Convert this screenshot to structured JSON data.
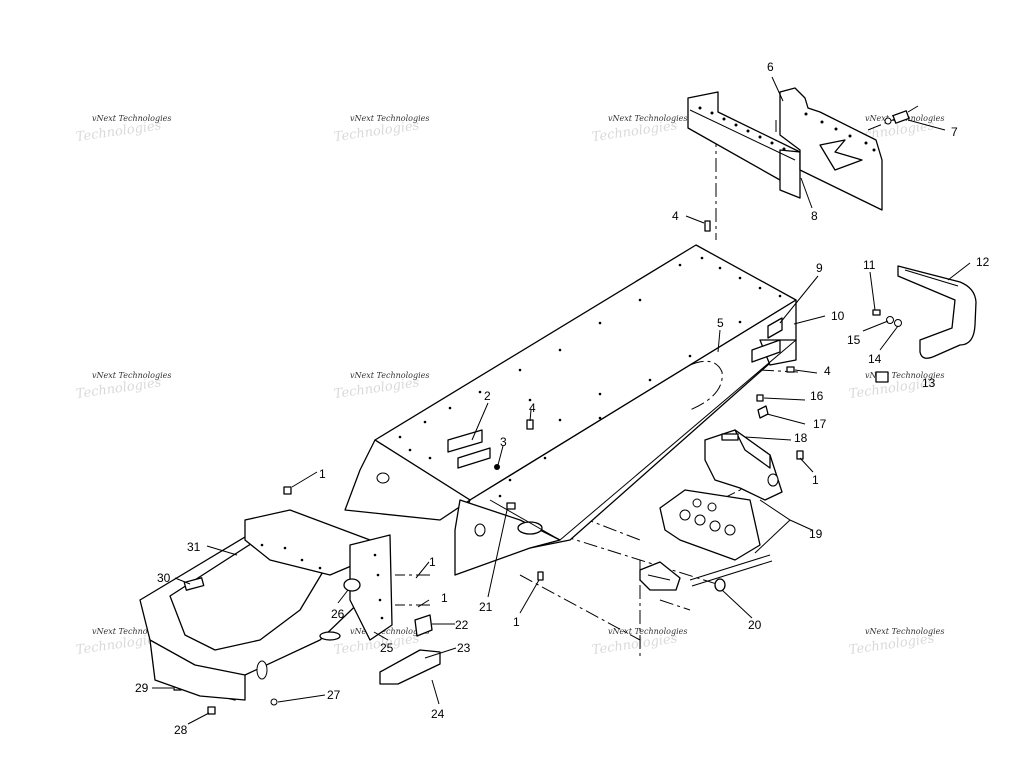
{
  "watermark": "vNext Technologies",
  "callouts": [
    {
      "id": "c1",
      "text": "6"
    },
    {
      "id": "c2",
      "text": "7"
    },
    {
      "id": "c3",
      "text": "8"
    },
    {
      "id": "c4",
      "text": "4"
    },
    {
      "id": "c5",
      "text": "9"
    },
    {
      "id": "c6",
      "text": "12"
    },
    {
      "id": "c7",
      "text": "11"
    },
    {
      "id": "c8",
      "text": "10"
    },
    {
      "id": "c9",
      "text": "5"
    },
    {
      "id": "c10",
      "text": "15"
    },
    {
      "id": "c11",
      "text": "14"
    },
    {
      "id": "c12",
      "text": "4"
    },
    {
      "id": "c13",
      "text": "13"
    },
    {
      "id": "c14",
      "text": "2"
    },
    {
      "id": "c15",
      "text": "4"
    },
    {
      "id": "c16",
      "text": "16"
    },
    {
      "id": "c17",
      "text": "17"
    },
    {
      "id": "c18",
      "text": "3"
    },
    {
      "id": "c19",
      "text": "18"
    },
    {
      "id": "c20",
      "text": "1"
    },
    {
      "id": "c21",
      "text": "1"
    },
    {
      "id": "c22",
      "text": "19"
    },
    {
      "id": "c23",
      "text": "31"
    },
    {
      "id": "c24",
      "text": "1"
    },
    {
      "id": "c25",
      "text": "30"
    },
    {
      "id": "c26",
      "text": "1"
    },
    {
      "id": "c27",
      "text": "21"
    },
    {
      "id": "c28",
      "text": "26"
    },
    {
      "id": "c29",
      "text": "1"
    },
    {
      "id": "c30",
      "text": "22"
    },
    {
      "id": "c31",
      "text": "20"
    },
    {
      "id": "c32",
      "text": "25"
    },
    {
      "id": "c33",
      "text": "23"
    },
    {
      "id": "c34",
      "text": "29"
    },
    {
      "id": "c35",
      "text": "27"
    },
    {
      "id": "c36",
      "text": "28"
    },
    {
      "id": "c37",
      "text": "24"
    }
  ]
}
